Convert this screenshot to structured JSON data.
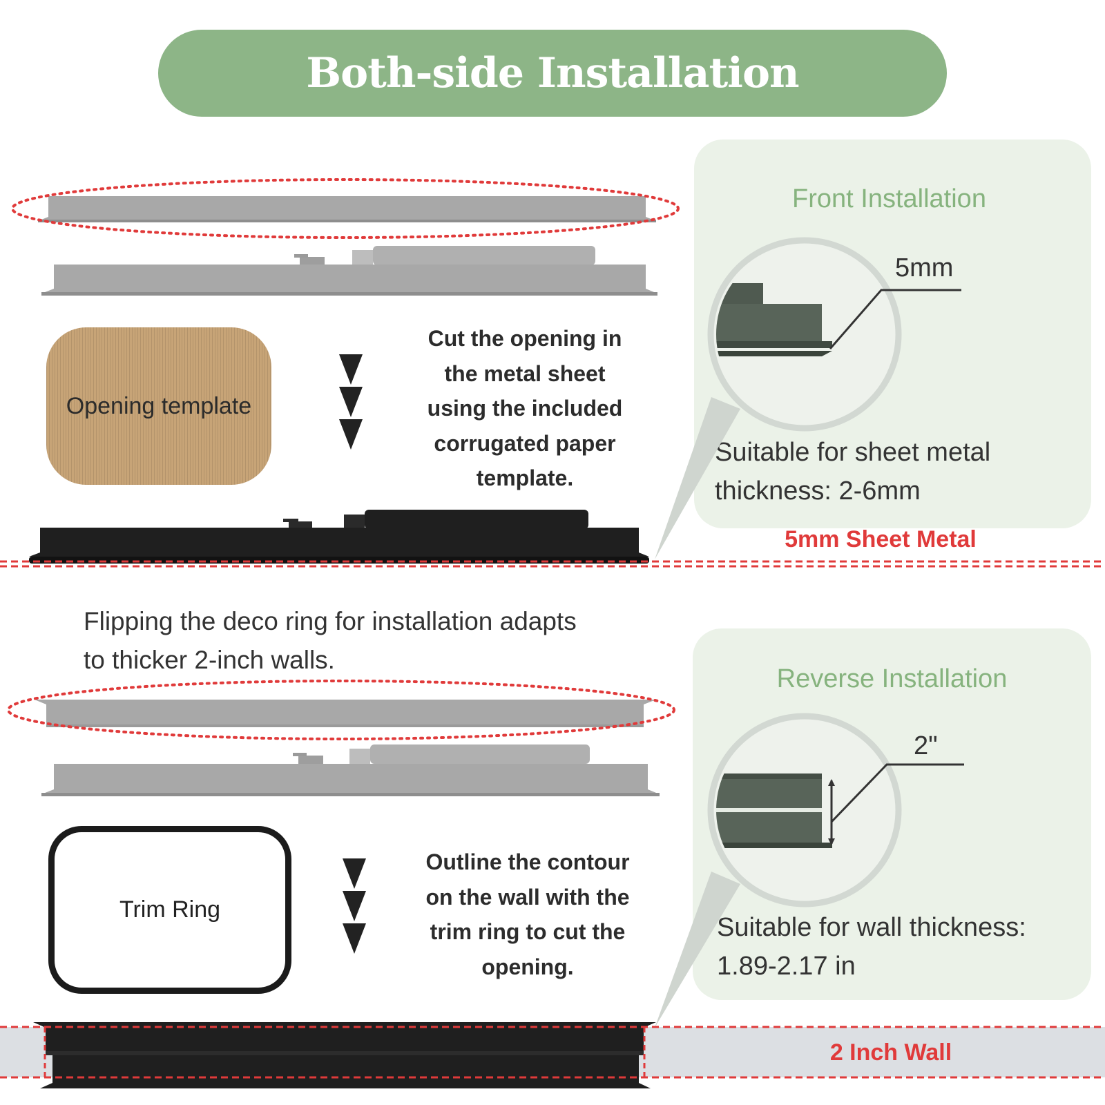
{
  "banner": {
    "title": "Both-side Installation"
  },
  "front": {
    "title": "Front Installation",
    "dimension": "5mm",
    "description_line1": "Suitable for sheet metal",
    "description_line2": "thickness:  2-6mm",
    "sheet_label": "5mm Sheet Metal"
  },
  "template_card": {
    "label": "Opening template"
  },
  "step1": {
    "line1": "Cut the opening in",
    "line2": "the metal sheet",
    "line3": "using the included",
    "line4": "corrugated paper",
    "line5": "template."
  },
  "flip_note": {
    "line1": "Flipping the deco ring for installation adapts",
    "line2": "to thicker 2-inch walls."
  },
  "reverse": {
    "title": "Reverse Installation",
    "dimension": "2\"",
    "description_line1": "Suitable for wall thickness:",
    "description_line2": "1.89-2.17 in",
    "wall_label": "2 Inch Wall"
  },
  "trim_card": {
    "label": "Trim Ring"
  },
  "step2": {
    "line1": "Outline the contour",
    "line2": "on the wall with the",
    "line3": "trim ring to cut the",
    "line4": "opening."
  },
  "colors": {
    "banner": "#8db587",
    "panel": "#ebf2e8",
    "accent_green": "#86b37e",
    "alert_red": "#e03a3a",
    "frame_dark": "#1f1f1f",
    "frame_gray": "#a8a8a8"
  },
  "icons": [
    "down-arrow-icon",
    "magnifier-icon"
  ]
}
